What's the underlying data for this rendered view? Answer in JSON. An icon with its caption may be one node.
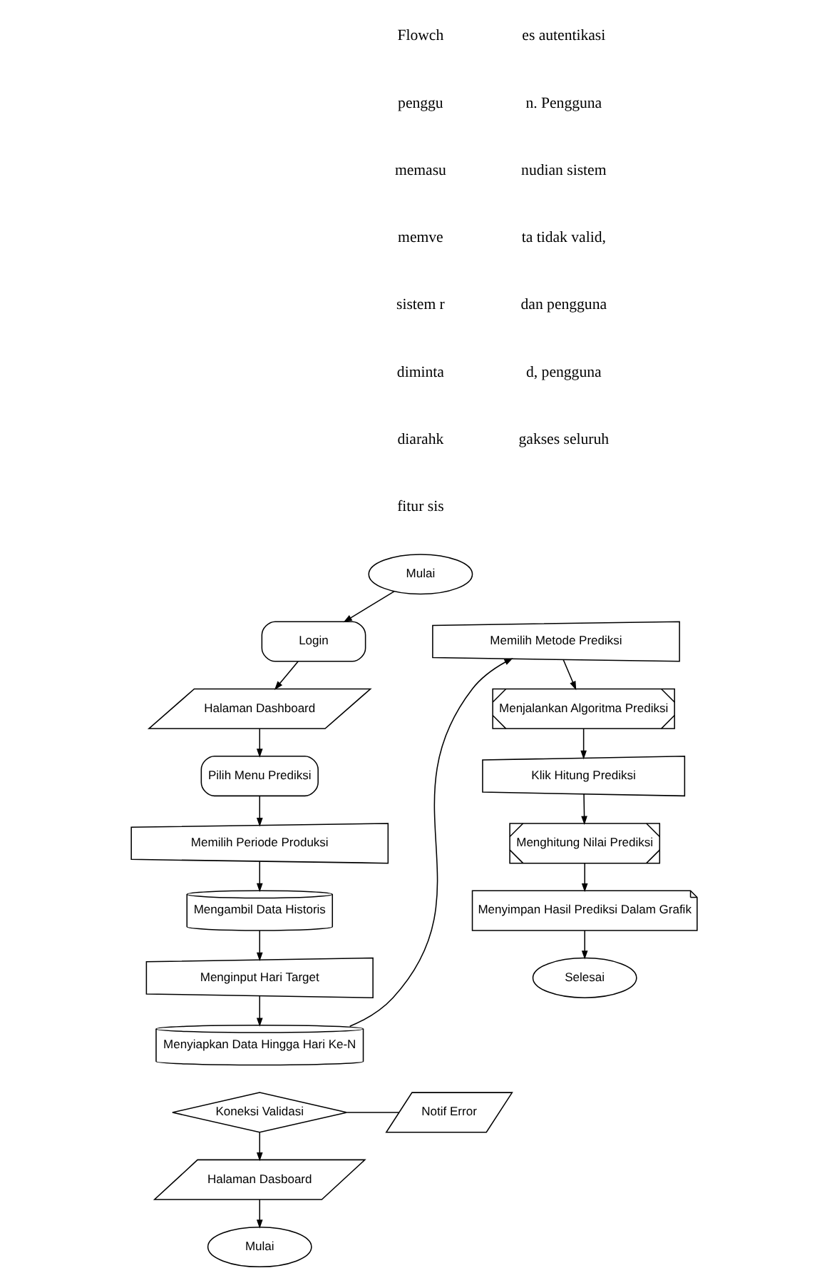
{
  "diagram": {
    "nodes": [
      {
        "text": [
          "Mulai"
        ]
      },
      {
        "text": [
          "Login"
        ]
      },
      {
        "text": [
          "Halaman Dashboard"
        ]
      },
      {
        "text": [
          "Pilih Menu Prediksi"
        ]
      },
      {
        "text": [
          "Memilih Periode Produksi"
        ]
      },
      {
        "text": [
          "Mengambil Data Historis"
        ]
      },
      {
        "text": [
          "Menginput Hari Target"
        ]
      },
      {
        "text": [
          "Menyiapkan Data Hingga Hari Ke-N"
        ]
      },
      {
        "text": [
          "Memilih Metode Prediksi"
        ]
      },
      {
        "text": [
          "Menjalankan Algoritma Prediksi"
        ]
      },
      {
        "text": [
          "Klik Hitung Prediksi"
        ]
      },
      {
        "text": [
          "Menghitung Nilai Prediksi"
        ]
      },
      {
        "text": [
          "Menyimpan Hasil Prediksi Dalam Grafik"
        ]
      },
      {
        "text": [
          "Selesai"
        ]
      },
      {
        "text": [
          "Koneksi Validasi"
        ]
      },
      {
        "text": [
          "Notif Error"
        ]
      },
      {
        "text": [
          "Halaman Dasboard"
        ]
      },
      {
        "text": [
          "Mulai"
        ]
      }
    ],
    "edges": [
      {
        "from": 0,
        "to": 1,
        "arrow": "to"
      },
      {
        "from": 1,
        "to": 2,
        "arrow": "to"
      },
      {
        "from": 2,
        "to": 3,
        "arrow": "to"
      },
      {
        "from": 3,
        "to": 4,
        "arrow": "to"
      },
      {
        "from": 4,
        "to": 5,
        "arrow": "to"
      },
      {
        "from": 5,
        "to": 6,
        "arrow": "to"
      },
      {
        "from": 6,
        "to": 7,
        "arrow": "to"
      },
      {
        "from": 7,
        "to": 8,
        "arrow": "to"
      },
      {
        "from": 8,
        "to": 9,
        "arrow": "to"
      },
      {
        "from": 9,
        "to": 10,
        "arrow": "to"
      },
      {
        "from": 10,
        "to": 11,
        "arrow": "to"
      },
      {
        "from": 11,
        "to": 12,
        "arrow": "to"
      },
      {
        "from": 12,
        "to": 13,
        "arrow": "to"
      },
      {
        "from": 14,
        "to": 15,
        "arrow": "none"
      },
      {
        "from": 14,
        "to": 16,
        "arrow": "to"
      },
      {
        "from": 16,
        "to": 17,
        "arrow": "to"
      }
    ],
    "labels": [
      "Flowch",
      "es autentikasi",
      "penggu",
      "n. Pengguna",
      "memasu",
      "nudian sistem",
      "memve",
      "ta tidak valid,",
      "sistem r",
      "dan pengguna",
      "diminta",
      "d, pengguna",
      "diarahk",
      "gakses seluruh",
      "fitur sis"
    ]
  }
}
